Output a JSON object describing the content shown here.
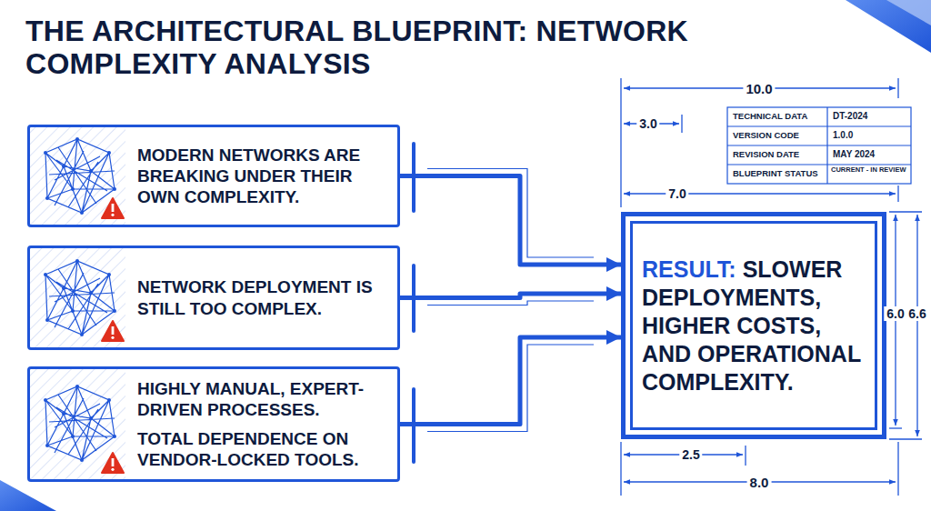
{
  "diagram": {
    "title": "THE ARCHITECTURAL BLUEPRINT: NETWORK COMPLEXITY ANALYSIS",
    "nodes": [
      {
        "text": [
          "MODERN NETWORKS ARE BREAKING UNDER THEIR OWN COMPLEXITY."
        ]
      },
      {
        "text": [
          "NETWORK DEPLOYMENT IS STILL TOO COMPLEX."
        ]
      },
      {
        "text": [
          "HIGHLY MANUAL, EXPERT-DRIVEN PROCESSES.",
          "TOTAL DEPENDENCE ON VENDOR-LOCKED TOOLS."
        ]
      },
      {
        "text": [
          "RESULT:",
          "SLOWER DEPLOYMENTS, HIGHER COSTS, AND OPERATIONAL COMPLEXITY."
        ]
      }
    ],
    "edges": [
      {
        "from": 0,
        "to": 3,
        "arrow": "to"
      },
      {
        "from": 1,
        "to": 3,
        "arrow": "to"
      },
      {
        "from": 2,
        "to": 3,
        "arrow": "to"
      }
    ],
    "labels": [
      "10.0",
      "3.0",
      "TECHNICAL DATA",
      "DT-2024",
      "VERSION CODE",
      "1.0.0",
      "REVISION DATE",
      "MAY 2024",
      "BLUEPRINT STATUS",
      "CURRENT - IN REVIEW",
      "7.0",
      "6.0",
      "6.6",
      "2.5",
      "8.0"
    ]
  }
}
